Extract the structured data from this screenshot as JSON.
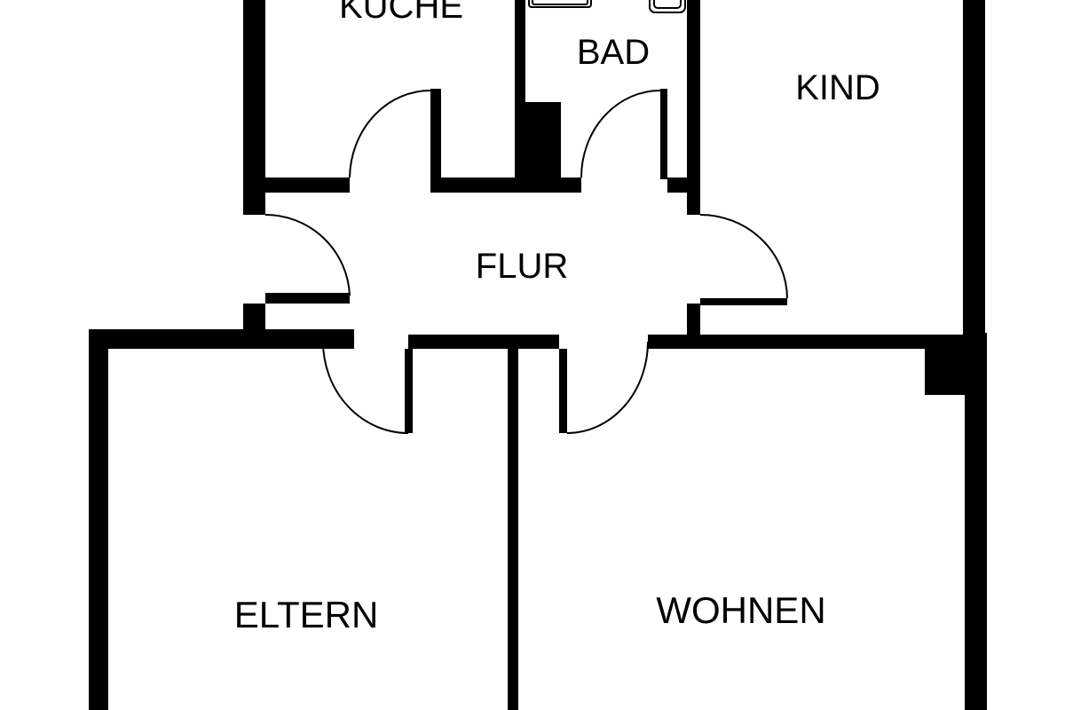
{
  "plan": {
    "rooms": {
      "kueche": "KÜCHE",
      "bad": "BAD",
      "kind": "KIND",
      "flur": "FLUR",
      "eltern": "ELTERN",
      "wohnen": "WOHNEN"
    }
  },
  "colors": {
    "wall": "#000000",
    "background": "#ffffff"
  }
}
